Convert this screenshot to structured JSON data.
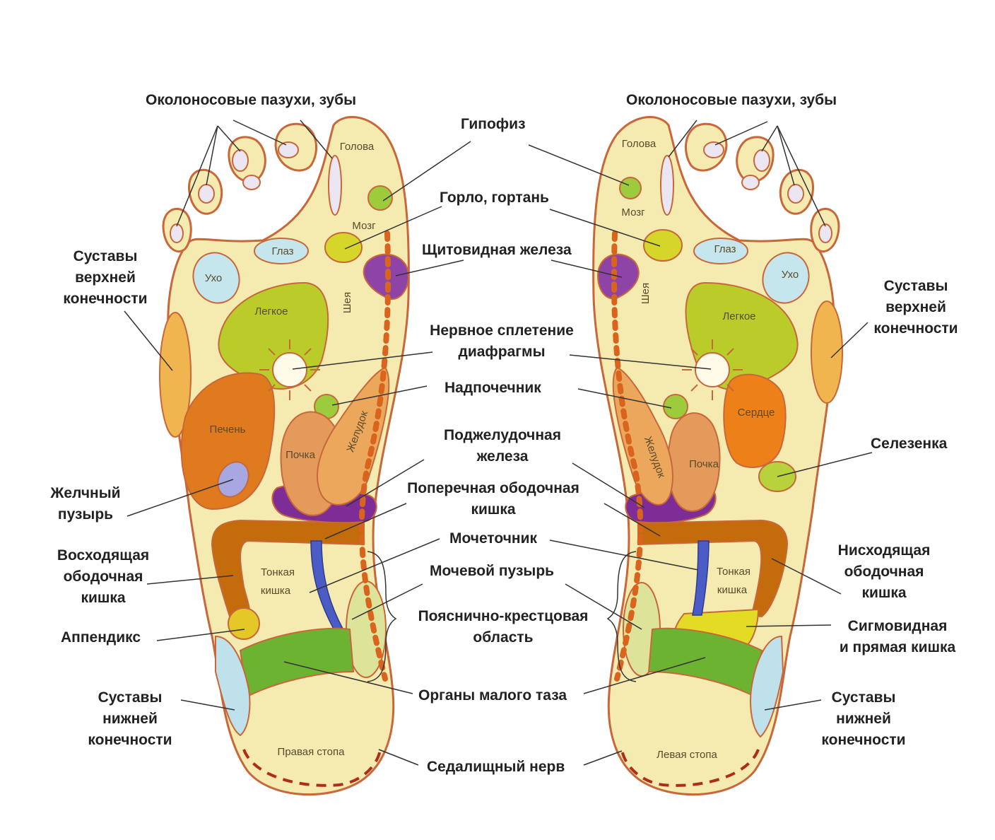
{
  "zones": {
    "head": "Голова",
    "brain": "Мозг",
    "eye": "Глаз",
    "ear": "Ухо",
    "neck": "Шея",
    "lung": "Легкое",
    "liver": "Печень",
    "kidney": "Почка",
    "stomach": "Желудок",
    "heart": "Сердце",
    "small_intestine": [
      "Тонкая",
      "кишка"
    ],
    "right_foot": "Правая  стопа",
    "left_foot": "Левая  стопа"
  },
  "labels": {
    "sinuses": "Околоносовые пазухи, зубы",
    "pituitary": "Гипофиз",
    "throat": "Горло, гортань",
    "thyroid": "Щитовидная железа",
    "solar_plexus": [
      "Нервное сплетение",
      "диафрагмы"
    ],
    "adrenal": "Надпочечник",
    "pancreas": [
      "Поджелудочная",
      "железа"
    ],
    "transverse_colon": [
      "Поперечная ободочная",
      "кишка"
    ],
    "ureter": "Мочеточник",
    "bladder": "Мочевой пузырь",
    "lumbosacral": [
      "Пояснично-крестцовая",
      "область"
    ],
    "pelvic": "Органы малого таза",
    "sciatic": "Седалищный нерв",
    "upper_joints": [
      "Суставы",
      "верхней",
      "конечности"
    ],
    "gallbladder": [
      "Желчный",
      "пузырь"
    ],
    "ascending_colon": [
      "Восходящая",
      "ободочная",
      "кишка"
    ],
    "appendix": "Аппендикс",
    "lower_joints": [
      "Суставы",
      "нижней",
      "конечности"
    ],
    "spleen": "Селезенка",
    "descending_colon": [
      "Нисходящая",
      "ободочная",
      "кишка"
    ],
    "sigmoid": [
      "Сигмовидная",
      "и прямая кишка"
    ]
  },
  "colors": {
    "foot_fill": "#f5eab0",
    "foot_outline": "#c8673a",
    "sinus_fill": "#ece6f2",
    "eye_ear": "#c6e6ee",
    "pituitary": "#9ccc3c",
    "throat": "#d6d62a",
    "thyroid": "#8e44a6",
    "lung": "#b9cc2a",
    "liver": "#e07a1e",
    "gallbladder": "#a7a8e2",
    "kidney": "#e49a5a",
    "stomach": "#eba85c",
    "heart": "#ed8019",
    "spleen": "#b7d23c",
    "pancreas": "#7e2d96",
    "colon": "#c46b0c",
    "ureter": "#4b5cc6",
    "bladder": "#dde49a",
    "pelvic": "#6db332",
    "upper_joint": "#f0b54e",
    "lower_joint": "#bfe1ec",
    "sigmoid": "#e4dc24",
    "spine_dots": "#d9641d",
    "sciatic": "#b02c1a"
  }
}
